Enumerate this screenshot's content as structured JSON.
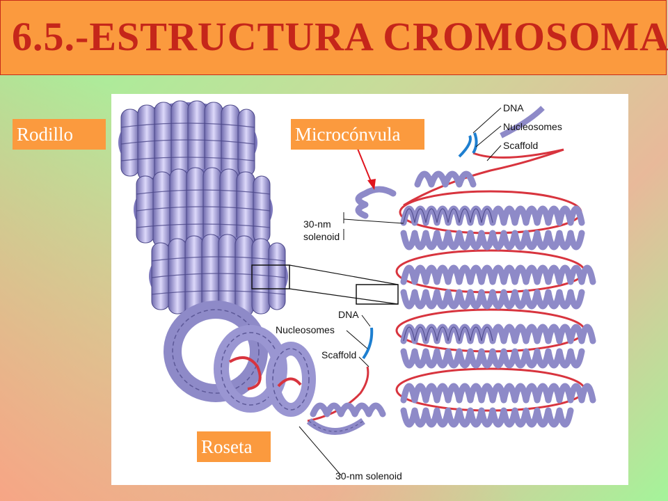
{
  "slide": {
    "title": "6.5.-ESTRUCTURA CROMOSOMA"
  },
  "labels": {
    "rodillo": "Rodillo",
    "microconvula": "Microcónvula",
    "roseta": "Roseta"
  },
  "figure": {
    "callouts_top": [
      "DNA",
      "Nucleosomes",
      "Scaffold"
    ],
    "callouts_bottom": [
      "DNA",
      "Nucleosomes",
      "Scaffold"
    ],
    "solenoid_left_line1": "30-nm",
    "solenoid_left_line2": "solenoid",
    "solenoid_bottom": "30-nm solenoid"
  },
  "colors": {
    "title_bar": "#fb9a3e",
    "title_text": "#c5261a",
    "label_bg": "#fb9a3e",
    "label_text": "#ffffff",
    "fiber": "#8e8ac8",
    "scaffold": "#d8343e",
    "dna": "#1e7fd0"
  }
}
